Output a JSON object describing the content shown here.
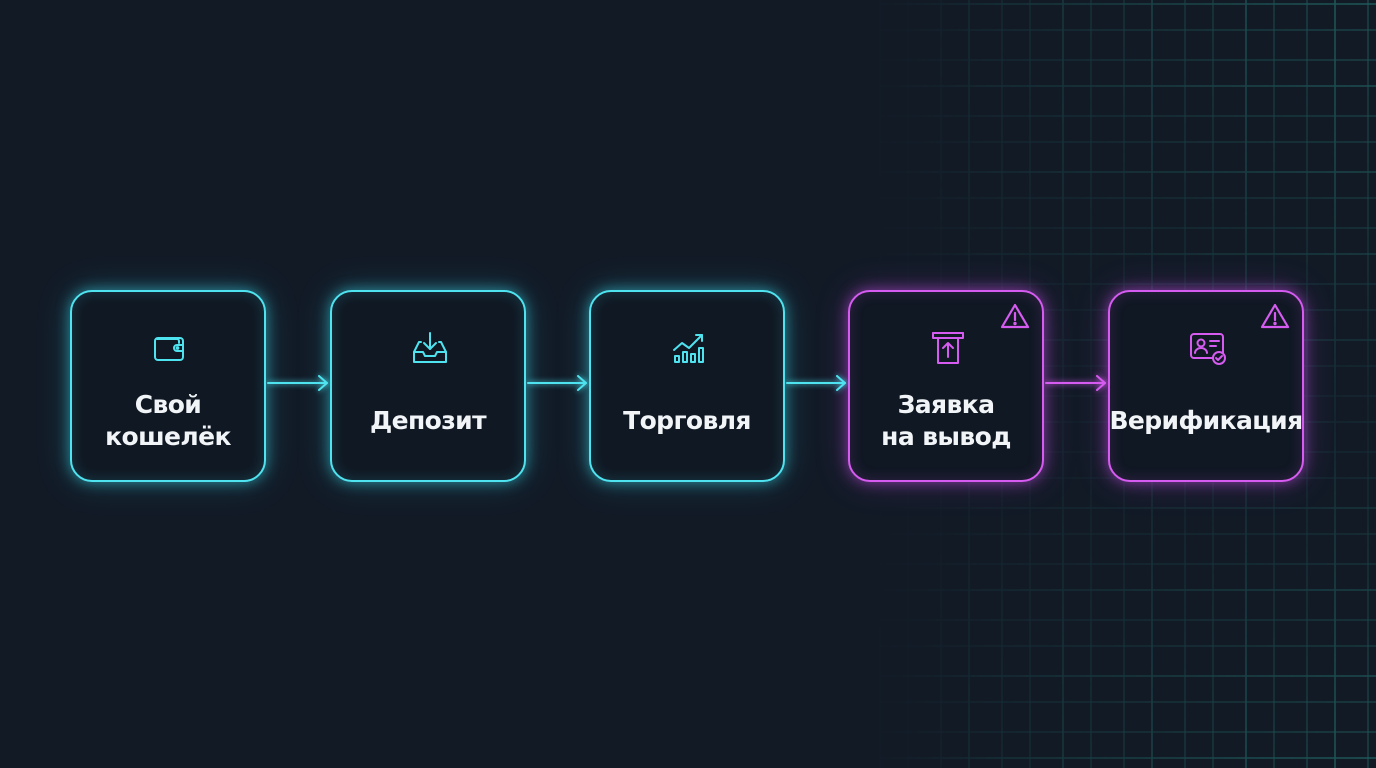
{
  "colors": {
    "background": "#121a26",
    "cyan_accent": "#4fe3f0",
    "magenta_accent": "#d65bf0",
    "grid_line": "#1f5a5a",
    "text": "#f2f5f8"
  },
  "steps": [
    {
      "label": "Свой\nкошелёк",
      "icon": "wallet-icon",
      "accent": "cyan",
      "warning": false
    },
    {
      "label": "Депозит",
      "icon": "inbox-download-icon",
      "accent": "cyan",
      "warning": false
    },
    {
      "label": "Торговля",
      "icon": "trading-chart-icon",
      "accent": "cyan",
      "warning": false
    },
    {
      "label": "Заявка\nна вывод",
      "icon": "atm-withdraw-icon",
      "accent": "magenta",
      "warning": true
    },
    {
      "label": "Верификация",
      "icon": "id-card-verified-icon",
      "accent": "magenta",
      "warning": true
    }
  ],
  "connectors": [
    {
      "from": 0,
      "to": 1,
      "accent": "cyan"
    },
    {
      "from": 1,
      "to": 2,
      "accent": "cyan"
    },
    {
      "from": 2,
      "to": 3,
      "accent": "cyan"
    },
    {
      "from": 3,
      "to": 4,
      "accent": "magenta"
    }
  ]
}
